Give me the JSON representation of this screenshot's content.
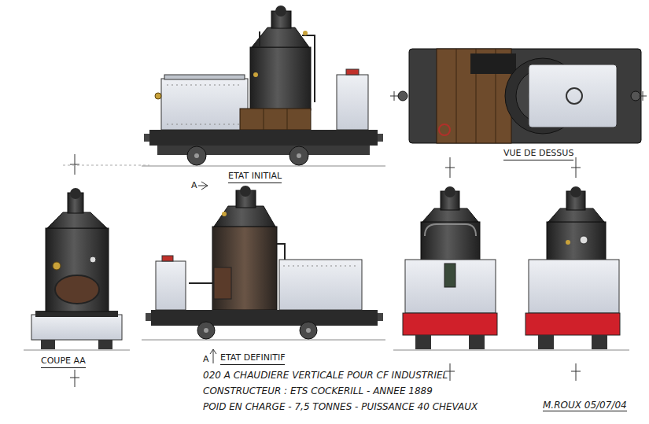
{
  "diagram": {
    "labels": [
      "ETAT INITIAL",
      "VUE DE DESSUS",
      "A",
      "COUPE AA",
      "ETAT DEFINITIF",
      "A",
      "020 A CHAUDIERE VERTICALE POUR CF INDUSTRIEL",
      "CONSTRUCTEUR : ETS COCKERILL - ANNEE 1889",
      "POID EN CHARGE - 7,5 TONNES - PUISSANCE 40 CHEVAUX",
      "M.ROUX 05/07/04"
    ]
  }
}
